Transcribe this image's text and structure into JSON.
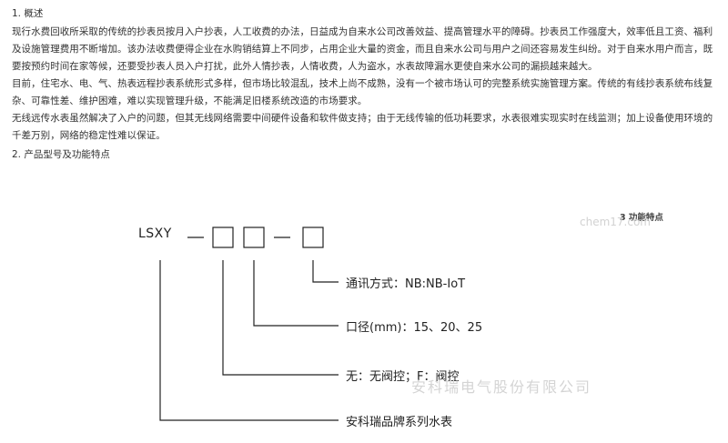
{
  "section1": {
    "heading": "1. 概述",
    "paragraphs": [
      "现行水费回收所采取的传统的抄表员按月入户抄表，人工收费的办法，日益成为自来水公司改善效益、提高管理水平的障碍。抄表员工作强度大，效率低且工资、福利及设施管理费用不断增加。该办法收费便得企业在水购销结算上不同步，占用企业大量的资金，而且自来水公司与用户之间还容易发生纠纷。对于自来水用户而言，既要按预约时间在家等候，还要受抄表人员入户打扰，此外人情抄表，人情收费，人为盗水，水表故障漏水更使自来水公司的漏损越来越大。",
      "目前，住宅水、电、气、热表远程抄表系统形式多样，但市场比较混乱，技术上尚不成熟，没有一个被市场认可的完整系统实施管理方案。传统的有线抄表系统布线复杂、可靠性差、维护困难，难以实现管理升级，不能满足旧楼系统改造的市场要求。",
      "无线远传水表虽然解决了入户的问题，但其无线网络需要中间硬件设备和软件做支持；由于无线传输的低功耗要求，水表很难实现实时在线监测；加上设备使用环境的千差万别，网络的稳定性难以保证。"
    ]
  },
  "section2": {
    "heading": "2. 产品型号及功能特点"
  },
  "diagram": {
    "feature_label": "3 功能特点",
    "model_prefix": "LSXY",
    "annotations": {
      "comm": "通讯方式：NB:NB-IoT",
      "diameter": "口径(mm)：15、20、25",
      "valve": "无：无阀控；F：阀控",
      "brand": "安科瑞品牌系列水表"
    },
    "watermark_site": "chem17.com",
    "watermark_company": "安科瑞电气股份有限公司"
  }
}
